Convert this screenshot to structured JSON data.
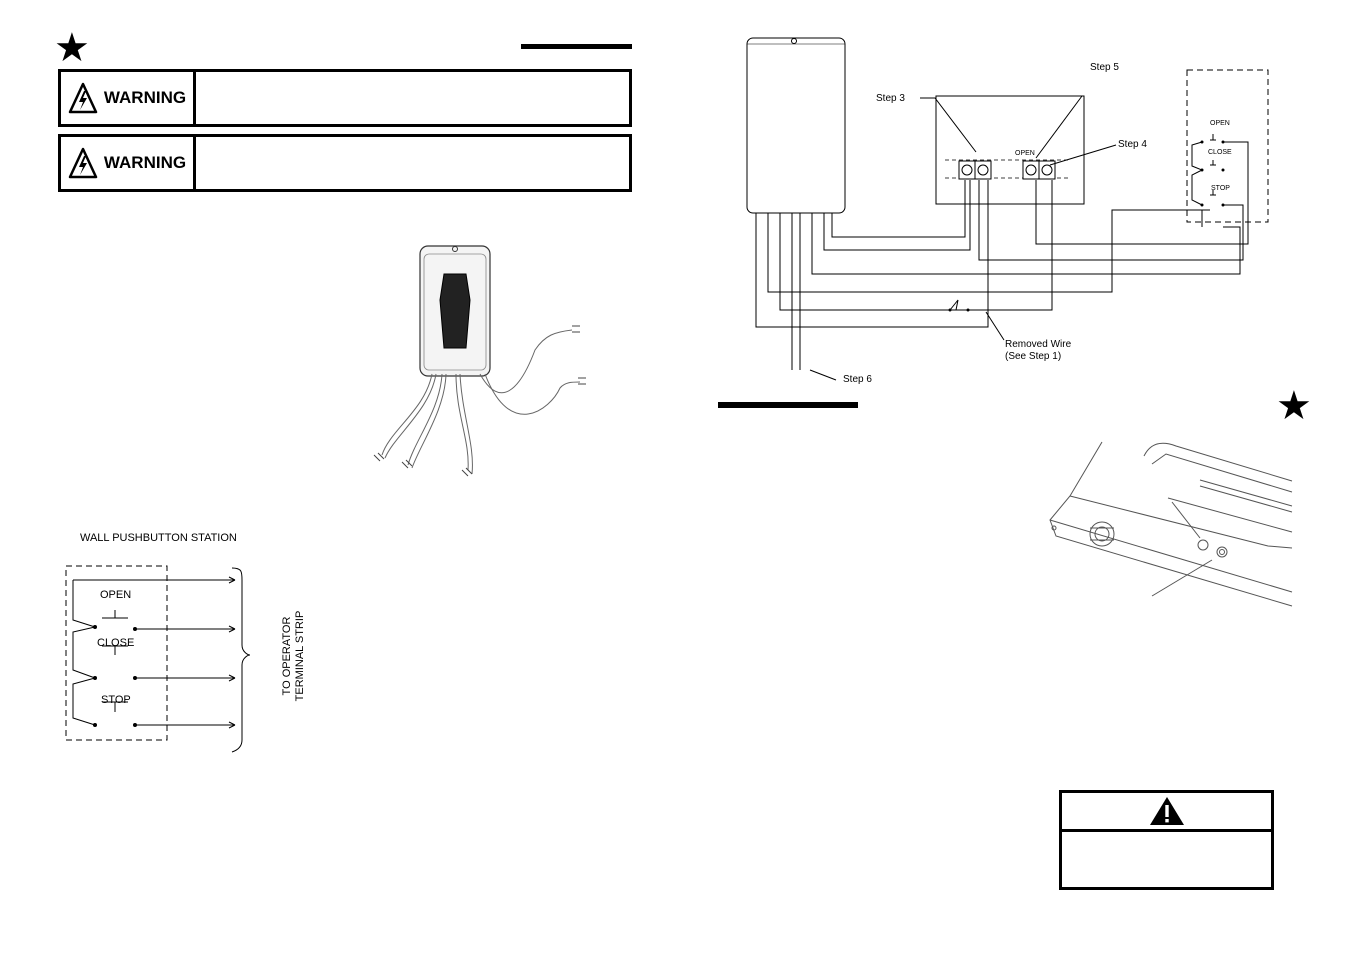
{
  "warnings": [
    {
      "label": "WARNING"
    },
    {
      "label": "WARNING"
    }
  ],
  "left_diagram": {
    "title": "WALL PUSHBUTTON STATION",
    "buttons": [
      "OPEN",
      "CLOSE",
      "STOP"
    ],
    "side_label_line1": "TO OPERATOR",
    "side_label_line2": "TERMINAL STRIP"
  },
  "right_diagram": {
    "steps": {
      "step1": "Step 3",
      "step2": "Step 5",
      "step3": "Step 4",
      "step4": "Step 6"
    },
    "terminal_label": "OPEN",
    "station_buttons": [
      "OPEN",
      "CLOSE",
      "STOP"
    ],
    "removed_wire_line1": "Removed Wire",
    "removed_wire_line2": "(See Step 1)"
  },
  "icons": [
    "star-icon",
    "electric-shock-icon",
    "caution-triangle-icon"
  ]
}
